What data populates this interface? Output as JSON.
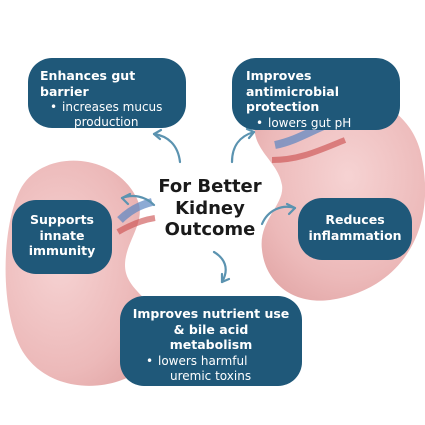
{
  "colors": {
    "pill": "#1f5879",
    "kidney": "#e8a6a6",
    "kidney_dark": "#d98a8a",
    "arrow": "#5b93b0",
    "center_text": "#1a1a1a"
  },
  "center": {
    "line1": "For Better",
    "line2": "Kidney",
    "line3": "Outcome"
  },
  "benefits": {
    "gut_barrier": {
      "title": "Enhances gut barrier",
      "bullet_line1": "increases mucus",
      "bullet_line2": "production"
    },
    "antimicrobial": {
      "title_line1": "Improves antimicrobial",
      "title_line2": "protection",
      "bullet_line1": "lowers gut pH"
    },
    "innate_immunity": {
      "line1": "Supports",
      "line2": "innate",
      "line3": "immunity"
    },
    "inflammation": {
      "line1": "Reduces",
      "line2": "inflammation"
    },
    "nutrient": {
      "title_line1": "Improves nutrient use",
      "title_line2": "& bile acid metabolism",
      "bullet_line1": "lowers harmful",
      "bullet_line2": "uremic toxins"
    }
  },
  "icons": {
    "bullet": "•",
    "arrow": "curved-arrow-icon",
    "background": "kidney-illustration"
  }
}
